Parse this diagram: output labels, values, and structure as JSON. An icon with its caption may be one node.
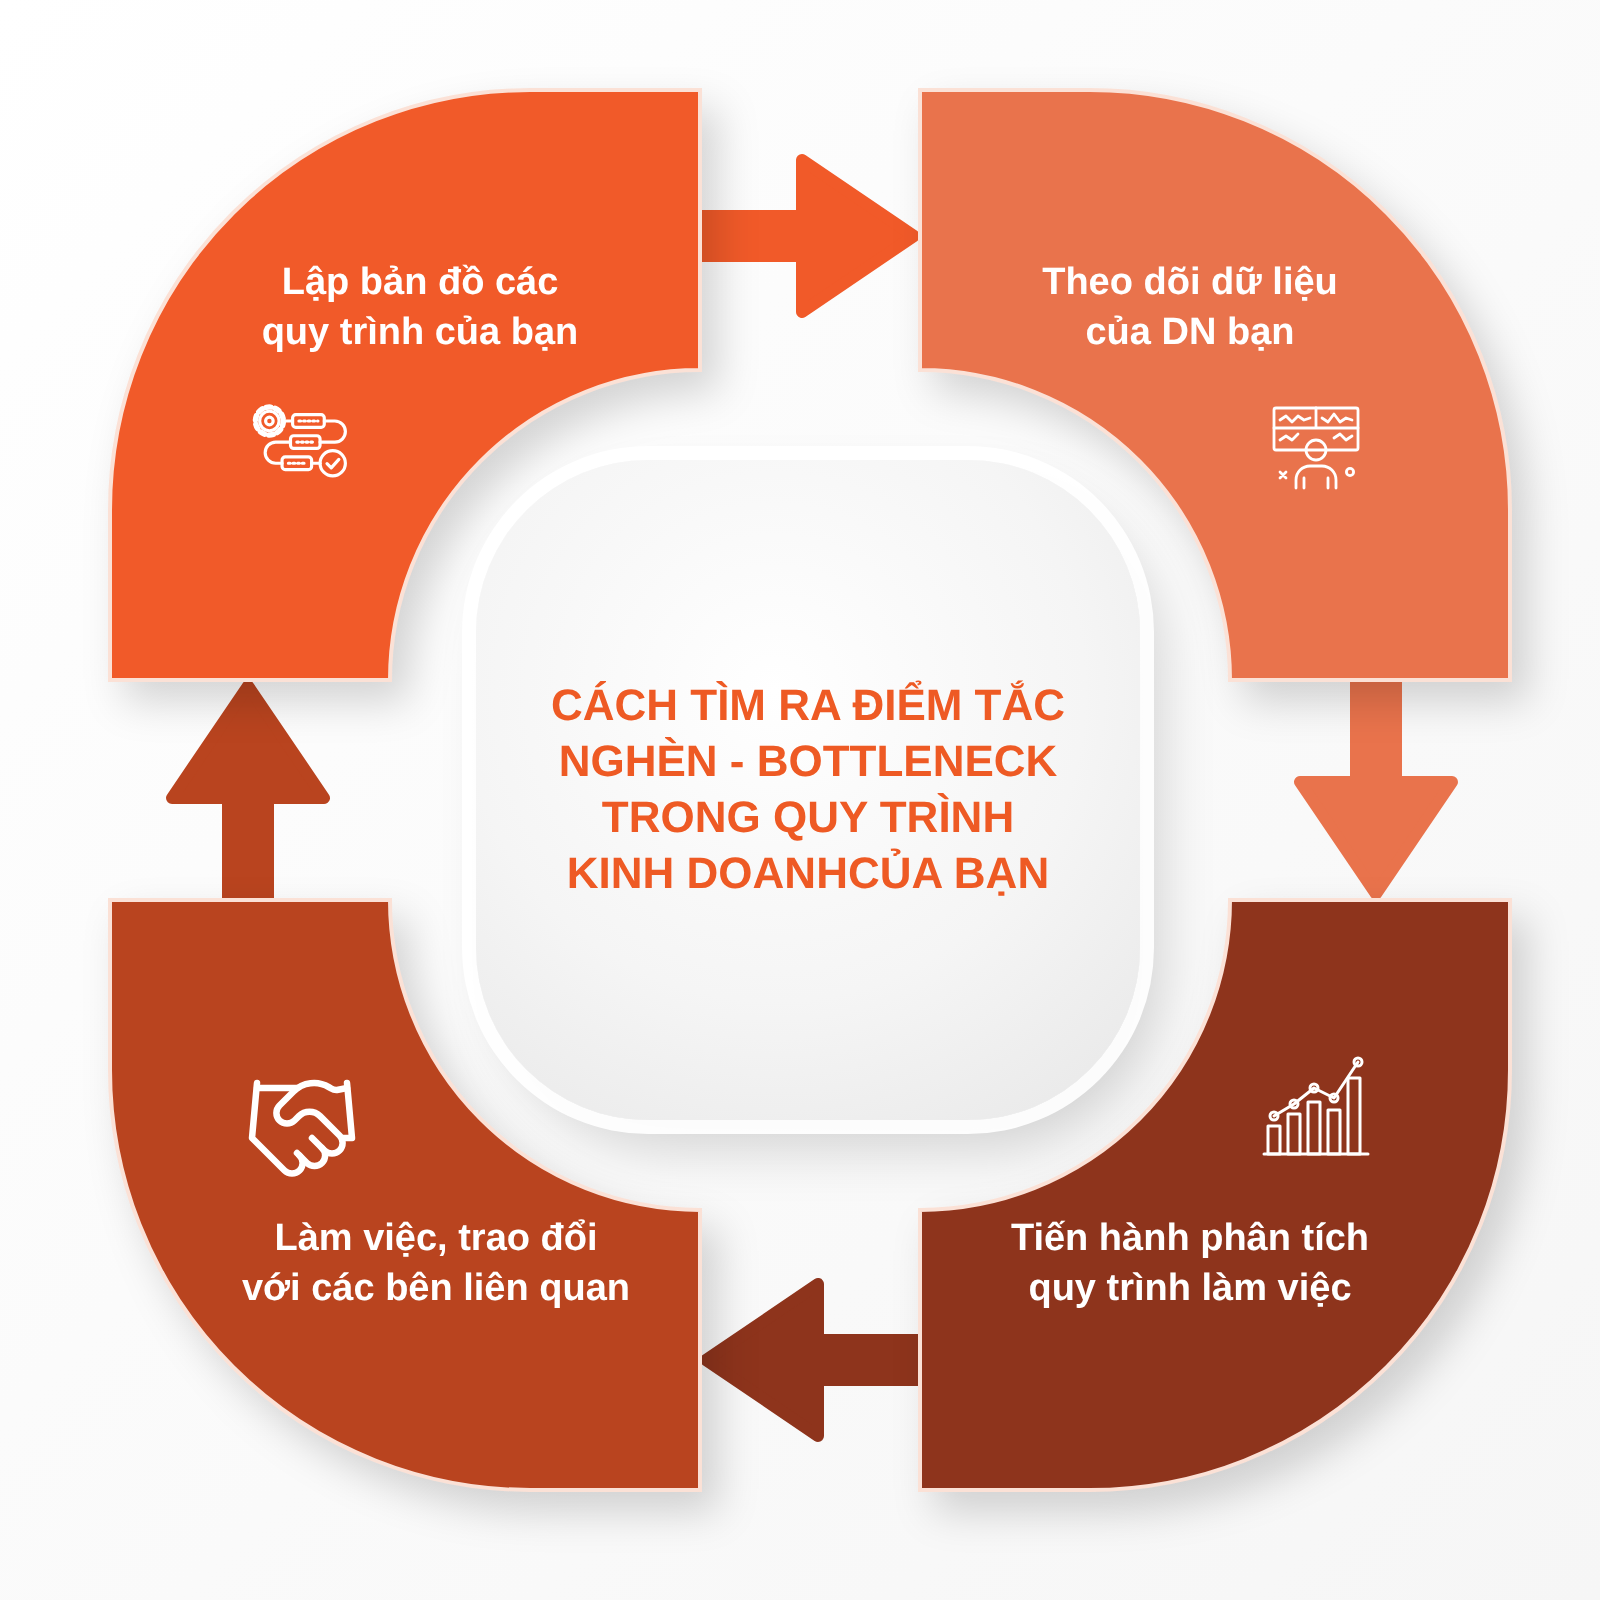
{
  "diagram": {
    "nodes": [
      {
        "text": [
          "Lập bản đồ các quy trình của bạn"
        ]
      },
      {
        "text": [
          "Theo dõi dữ liệu của DN bạn"
        ]
      },
      {
        "text": [
          "CÁCH TÌM RA ĐIỂM TẮC NGHÈN - BOTTLENECK TRONG QUY TRÌNH KINH DOANHCỦA BẠN"
        ]
      },
      {
        "text": [
          "Làm việc, trao đổi với các bên liên quan"
        ]
      },
      {
        "text": [
          "Tiến hành phân tích quy trình làm việc"
        ]
      }
    ],
    "edges": [
      {
        "from": 0,
        "to": 1,
        "arrow": "to",
        "color": "#f15a29"
      },
      {
        "from": 1,
        "to": 4,
        "arrow": "to",
        "color": "#e9734c"
      },
      {
        "from": 4,
        "to": 3,
        "arrow": "to",
        "color": "#8e341c"
      },
      {
        "from": 3,
        "to": 0,
        "arrow": "to",
        "color": "#b9441f"
      }
    ]
  }
}
